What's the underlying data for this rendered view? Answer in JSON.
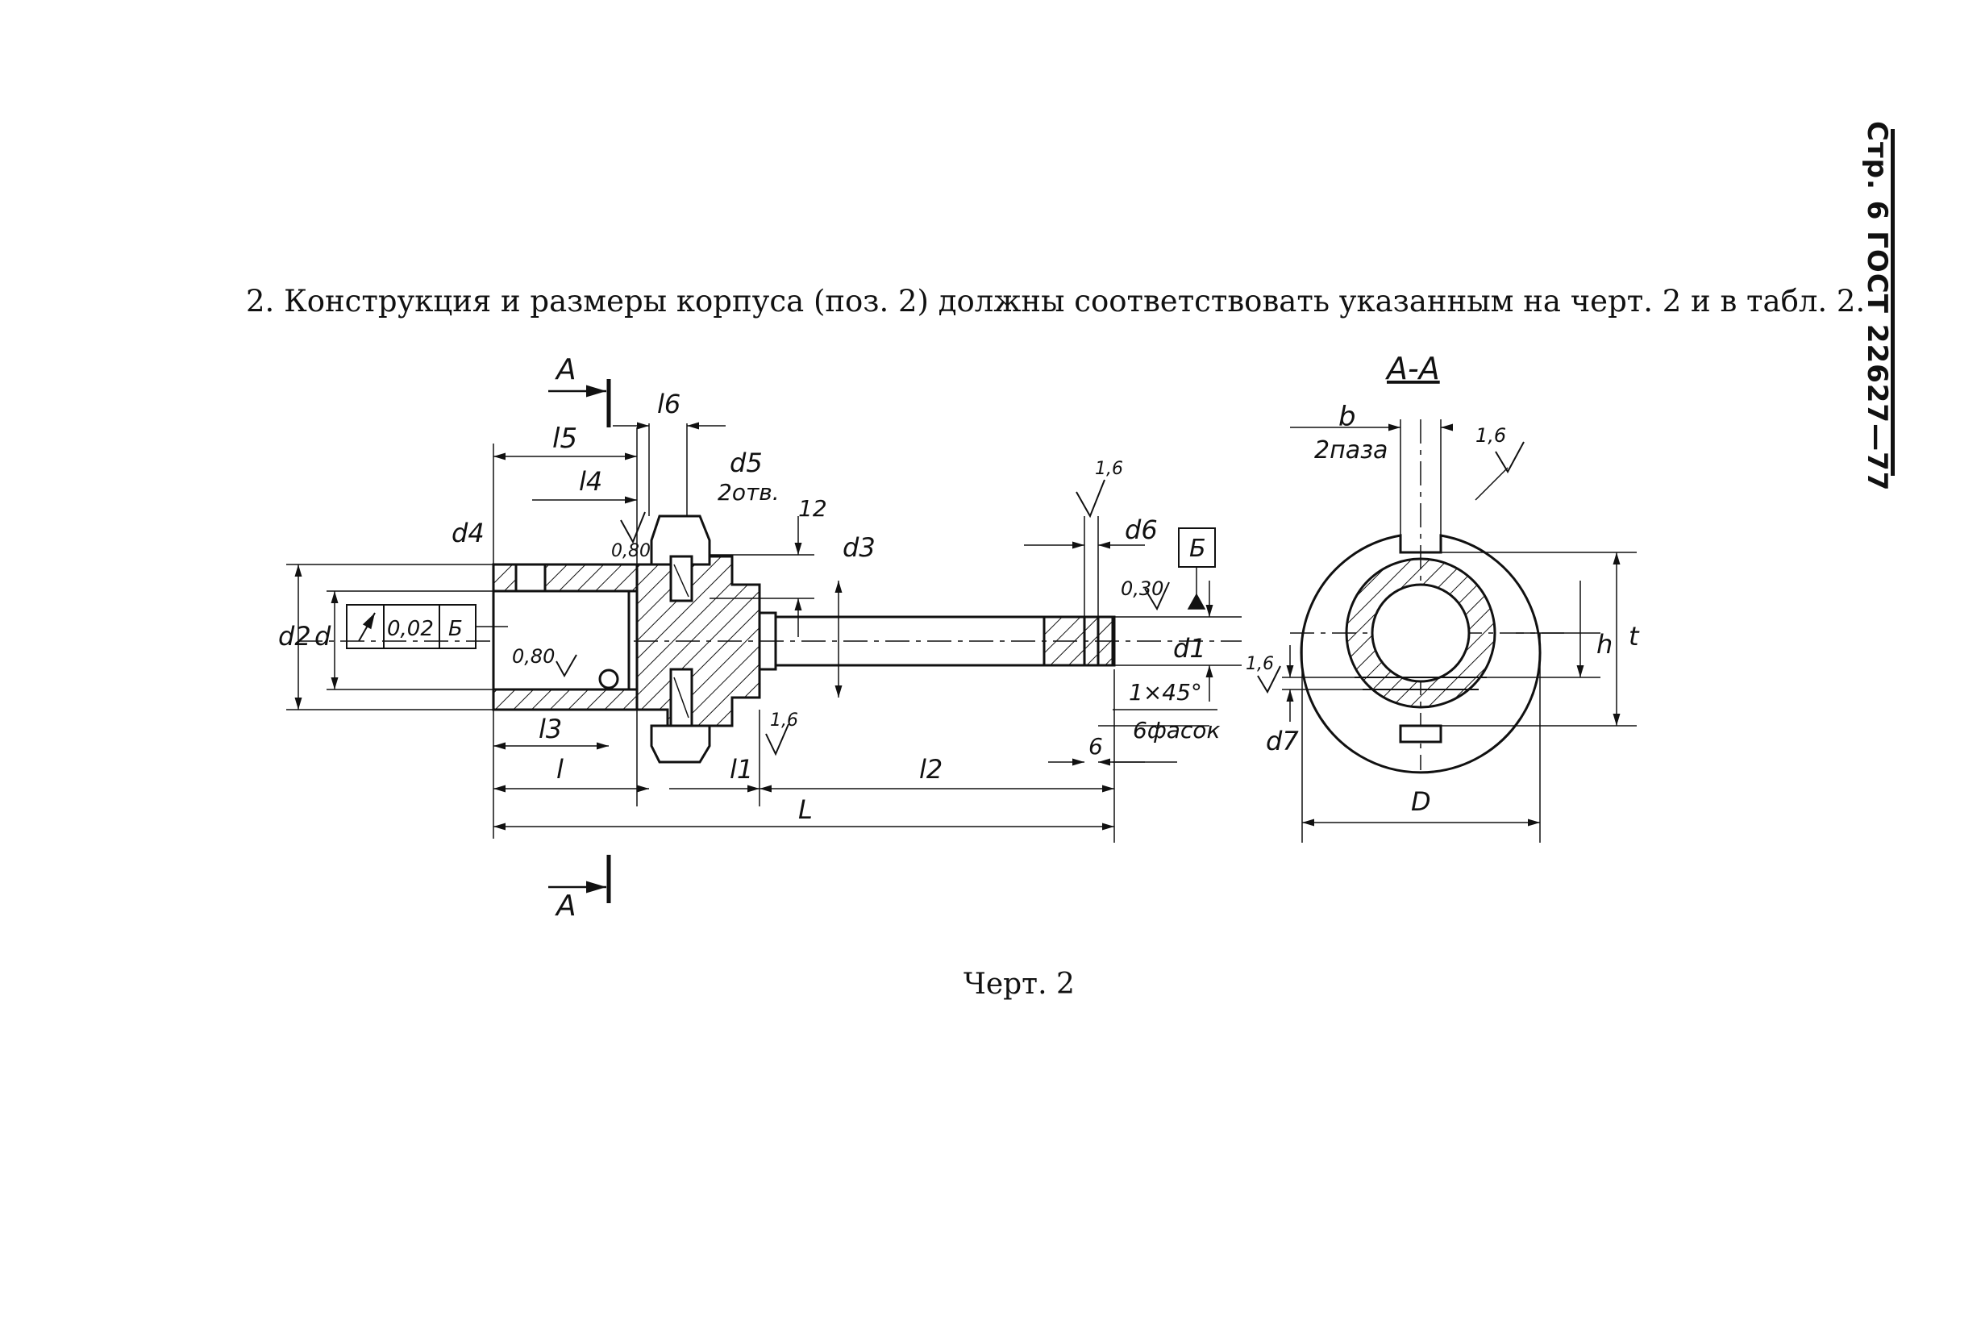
{
  "page_header": "Стр. 6 ГОСТ 22627—77",
  "intro_text": "2. Конструкция и размеры корпуса (поз. 2) должны соответствовать указанным на черт. 2 и в табл. 2.",
  "caption": "Черт. 2",
  "drawing": {
    "section_mark": "А",
    "section_title": "А-А",
    "datum": "Б",
    "tolerance_value": "0,02",
    "labels": {
      "l5": "l5",
      "l6": "l6",
      "l4": "l4",
      "l3": "l3",
      "l": "l",
      "l1": "l1",
      "l2": "l2",
      "L": "L",
      "d": "d",
      "d1": "d1",
      "d2": "d2",
      "d3": "d3",
      "d4": "d4",
      "d5": "d5",
      "d6": "d6",
      "d7": "d7",
      "b": "b",
      "h": "h",
      "t": "t",
      "D": "D",
      "holes": "2отв.",
      "slots": "2паза",
      "chamfers": "6фасок",
      "chamfer_size": "1×45°",
      "dim_12": "12",
      "dim_6": "6",
      "rough_080": "0,80",
      "rough_16": "1,6",
      "rough_030": "0,30"
    }
  }
}
